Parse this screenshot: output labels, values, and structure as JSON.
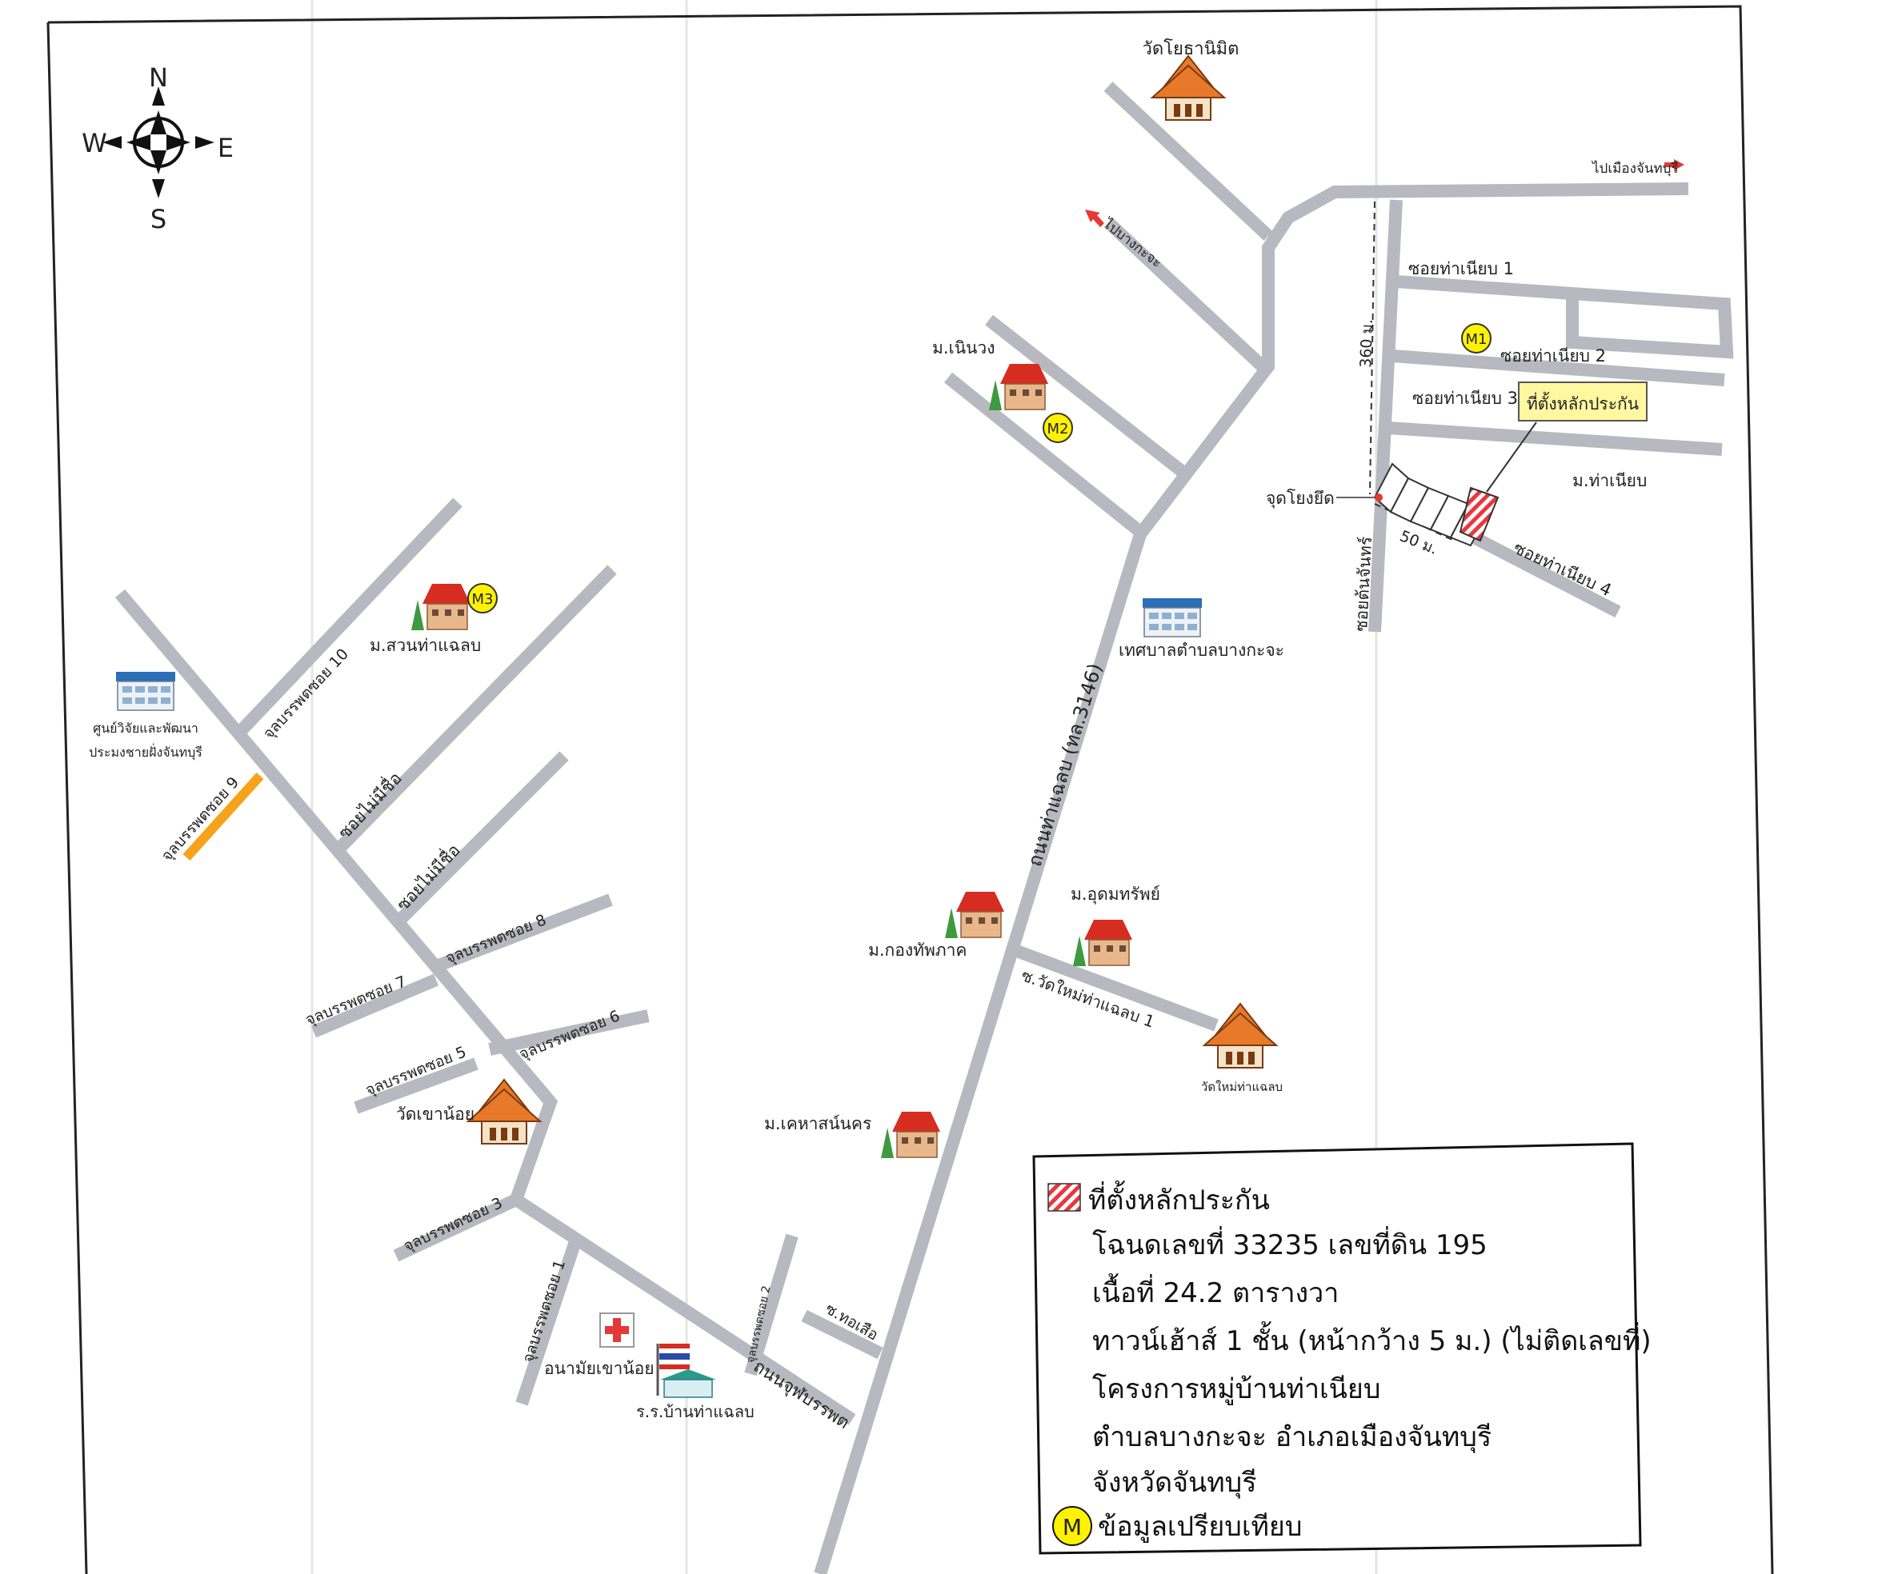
{
  "compass": {
    "n": "N",
    "s": "S",
    "e": "E",
    "w": "W"
  },
  "colors": {
    "road": "#b8b8c0",
    "accent_yellow": "#fff200",
    "hatch_red": "#e8383d",
    "marker_red": "#e53935",
    "highlight_road": "#f7a21b"
  },
  "roads": {
    "main": "ถนนท่าแฉลบ (ทล.3146)",
    "chulaban": "ถนนจุฬบรรพต",
    "to_bangkacha": "ไปบางกะจะ",
    "to_chanthaburi": "ไปเมืองจันทบุรี",
    "soi_tha_nian_1": "ซอยท่าเนียบ 1",
    "soi_tha_nian_2": "ซอยท่าเนียบ 2",
    "soi_tha_nian_3": "ซอยท่าเนียบ 3",
    "soi_tha_nian_4": "ซอยท่าเนียบ 4",
    "soi_ton_chan": "ซอยต้นจันทร์",
    "soi_wat_mai": "ซ.วัดใหม่ท่าแฉลบ 1",
    "soi_no_name_1": "ซอยไม่มีชื่อ",
    "soi_no_name_2": "ซอยไม่มีชื่อ",
    "chul_soi_10": "จุลบรรพตซอย 10",
    "chul_soi_9": "จุลบรรพตซอย 9",
    "chul_soi_8": "จุลบรรพตซอย 8",
    "chul_soi_7": "จุลบรรพตซอย 7",
    "chul_soi_6": "จุลบรรพตซอย 6",
    "chul_soi_5": "จุลบรรพตซอย 5",
    "chul_soi_3": "จุลบรรพตซอย 3",
    "chul_soi_2": "จุลบรรพตซอย 2",
    "chul_soi_1": "จุลบรรพตซอย 1",
    "soi_tho_suea": "ซ.ทอเสือ"
  },
  "places": {
    "wat_yothanimit": "วัดโยธานิมิต",
    "m_noen_wong": "ม.เนินวง",
    "m_suan_tha_chalaep": "ม.สวนท่าแฉลบ",
    "research_center_1": "ศูนย์วิจัยและพัฒนา",
    "research_center_2": "ประมงชายฝั่งจันทบุรี",
    "municipality": "เทศบาลตำบลบางกะจะ",
    "m_kong_thap_phak": "ม.กองทัพภาค",
    "m_udom_sap": "ม.อุดมทรัพย์",
    "wat_mai_tha_chalaep": "วัดใหม่ท่าแฉลบ",
    "m_kheha_sannakhon": "ม.เคหาสน์นคร",
    "wat_khao_noi": "วัดเขาน้อย",
    "health_center": "อนามัยเขาน้อย",
    "school": "ร.ร.บ้านท่าแฉลบ",
    "m_tha_nian": "ม.ท่าเนียบ",
    "landmark": "จุดโยงยึด",
    "property_callout": "ที่ตั้งหลักประกัน"
  },
  "markers": {
    "m1": "M1",
    "m2": "M2",
    "m3": "M3"
  },
  "distances": {
    "d360": "360 ม.",
    "d50": "50 ม."
  },
  "legend": {
    "title": "ที่ตั้งหลักประกัน",
    "line1": "โฉนดเลขที่ 33235 เลขที่ดิน 195",
    "line2": "เนื้อที่ 24.2 ตารางวา",
    "line3": "ทาวน์เฮ้าส์ 1 ชั้น (หน้ากว้าง 5 ม.) (ไม่ติดเลขที่)",
    "line4": "โครงการหมู่บ้านท่าเนียบ",
    "line5": "ตำบลบางกะจะ อำเภอเมืองจันทบุรี",
    "line6": "จังหวัดจันทบุรี",
    "marker_letter": "M",
    "marker_text": "ข้อมูลเปรียบเทียบ"
  }
}
